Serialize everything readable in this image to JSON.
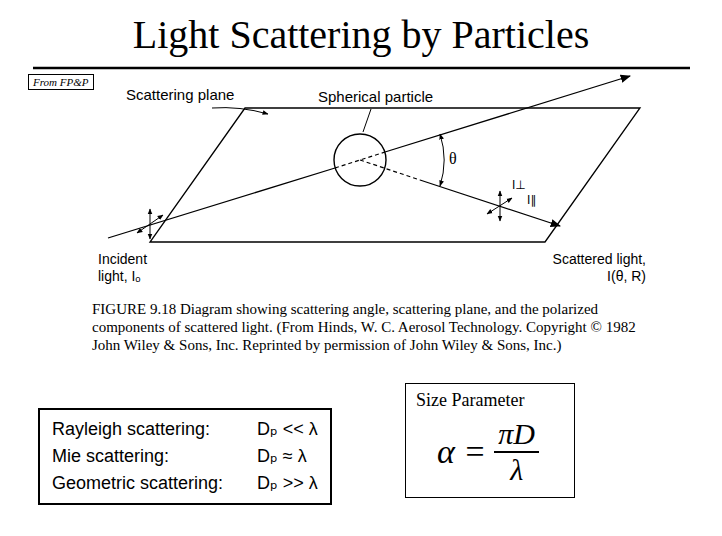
{
  "diagram": {
    "title": "Light Scattering by Particles",
    "caption": "FIGURE 9.18 Diagram showing scattering angle, scattering plane, and the polarized components of scattered light. (From Hinds, W. C. Aerosol Technology. Copyright © 1982 John Wiley & Sons, Inc. Reprinted by permission of John Wiley & Sons, Inc.)",
    "nodes": [
      {
        "text": [
          "From FP&P"
        ]
      },
      {
        "text": [
          "Rayleigh scattering:",
          "Dₚ << λ",
          "Mie scattering:",
          "Dₚ ≈ λ",
          "Geometric scattering:",
          "Dₚ >> λ"
        ]
      },
      {
        "text": [
          "Size Parameter",
          "α =",
          "πD",
          "λ"
        ]
      }
    ],
    "labels": [
      "Scattering plane",
      "Spherical particle",
      "θ",
      "Incident light, Iₒ",
      "I⊥",
      "I∥",
      "Scattered light, I(θ, R)"
    ]
  }
}
